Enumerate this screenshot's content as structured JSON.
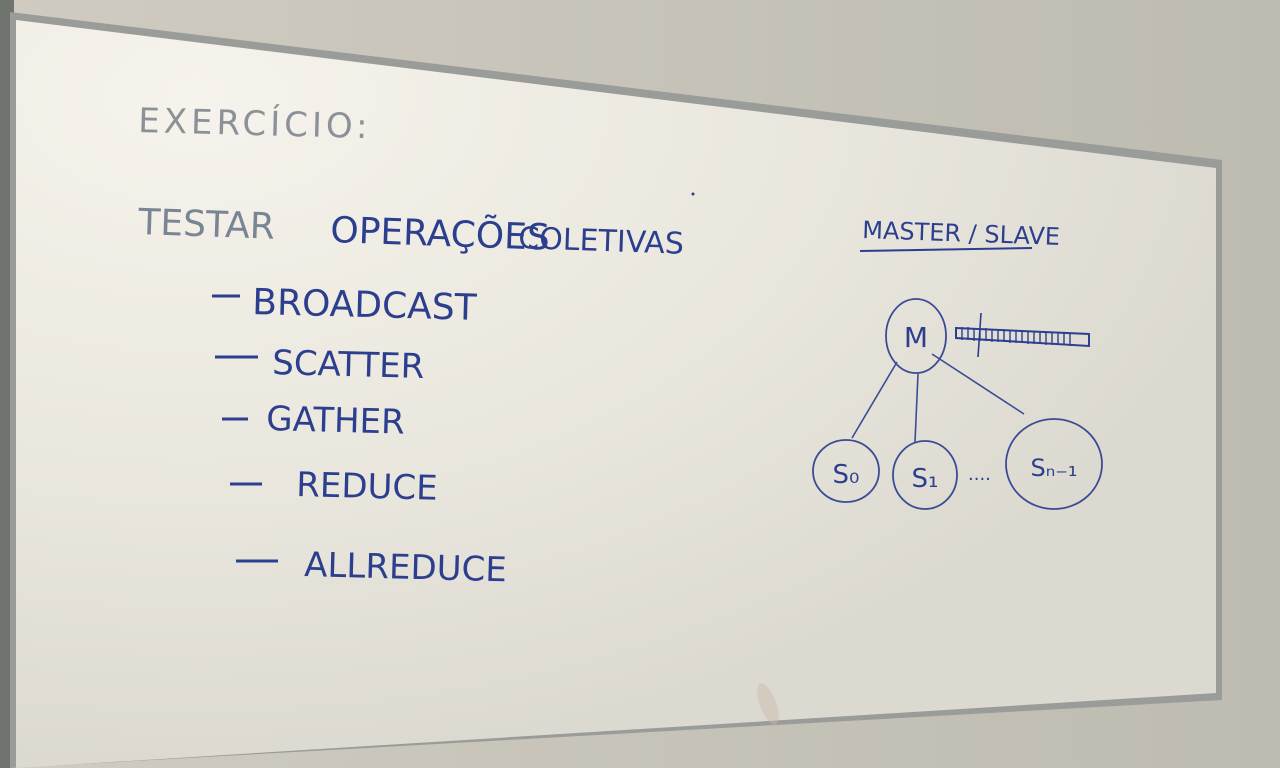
{
  "whiteboard": {
    "heading": "EXERCÍCIO:",
    "task_title": {
      "part1": "TESTAR",
      "part2": "OPERAÇÕES",
      "part3": "COLETIVAS"
    },
    "items": [
      "BROADCAST",
      "SCATTER",
      "GATHER",
      "REDUCE",
      "ALLREDUCE"
    ],
    "diagram": {
      "title": "MASTER / SLAVE",
      "master_label": "M",
      "slave_labels": [
        "S₀",
        "S₁",
        "Sₙ₋₁"
      ],
      "ellipsis": "...."
    }
  },
  "colors": {
    "board": "#ebe8df",
    "frame": "#9a9c9a",
    "wall": "#cbc8bd",
    "ink_blue": "#2c3f8e",
    "ink_faded": "#8c9199"
  }
}
